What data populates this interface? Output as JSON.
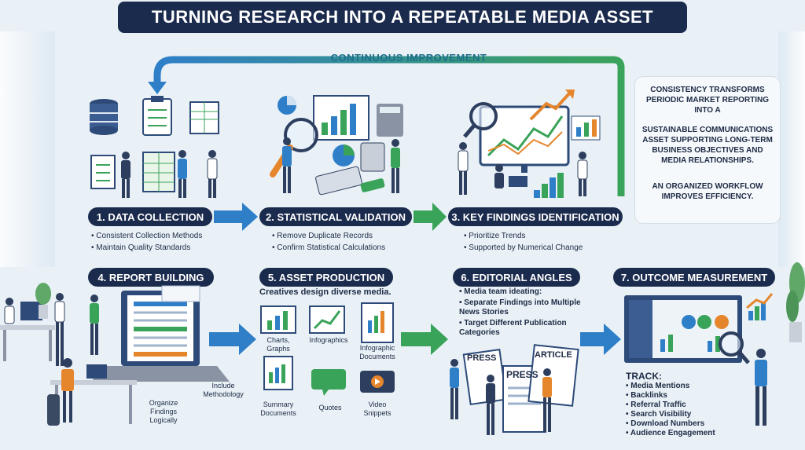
{
  "title": "TURNING RESEARCH INTO A REPEATABLE MEDIA ASSET",
  "loop_label": "CONTINUOUS IMPROVEMENT",
  "steps": [
    {
      "label": "1. DATA COLLECTION",
      "bullets": [
        "Consistent Collection Methods",
        "Maintain Quality Standards"
      ]
    },
    {
      "label": "2. STATISTICAL VALIDATION",
      "bullets": [
        "Remove Duplicate Records",
        "Confirm Statistical Calculations"
      ]
    },
    {
      "label": "3. KEY FINDINGS IDENTIFICATION",
      "bullets": [
        "Prioritize Trends",
        "Supported by Numerical Change"
      ]
    },
    {
      "label": "4. REPORT BUILDING",
      "annotations": [
        "Include Methodology",
        "Organize Findings Logically"
      ]
    },
    {
      "label": "5. ASSET PRODUCTION",
      "intro": "Creatives design diverse media.",
      "assets": [
        "Charts, Graphs",
        "Infographics",
        "Infographic Documents",
        "Summary Documents",
        "Quotes",
        "Video Snippets"
      ]
    },
    {
      "label": "6. EDITORIAL ANGLES",
      "intro": "Media team ideating:",
      "bullets": [
        "Separate Findings into Multiple News Stories",
        "Target Different Publication Categories"
      ],
      "papers": [
        "PRESS",
        "PRESS",
        "ARTICLE"
      ]
    },
    {
      "label": "7. OUTCOME MEASUREMENT",
      "track_title": "TRACK:",
      "track_items": [
        "Media Mentions",
        "Backlinks",
        "Referral Traffic",
        "Search Visibility",
        "Download Numbers",
        "Audience Engagement"
      ]
    }
  ],
  "side_note": {
    "p1a": "CONSISTENCY TRANSFORMS PERIODIC MARKET REPORTING INTO A",
    "p1b": "SUSTAINABLE COMMUNICATIONS ASSET SUPPORTING LONG-TERM BUSINESS OBJECTIVES AND MEDIA RELATIONSHIPS.",
    "p2": "AN ORGANIZED WORKFLOW IMPROVES EFFICIENCY."
  },
  "colors": {
    "navy": "#1b2b4d",
    "blue_arrow": "#2f7fc8",
    "green_arrow": "#3aa35a",
    "teal": "#1f6f8a"
  }
}
